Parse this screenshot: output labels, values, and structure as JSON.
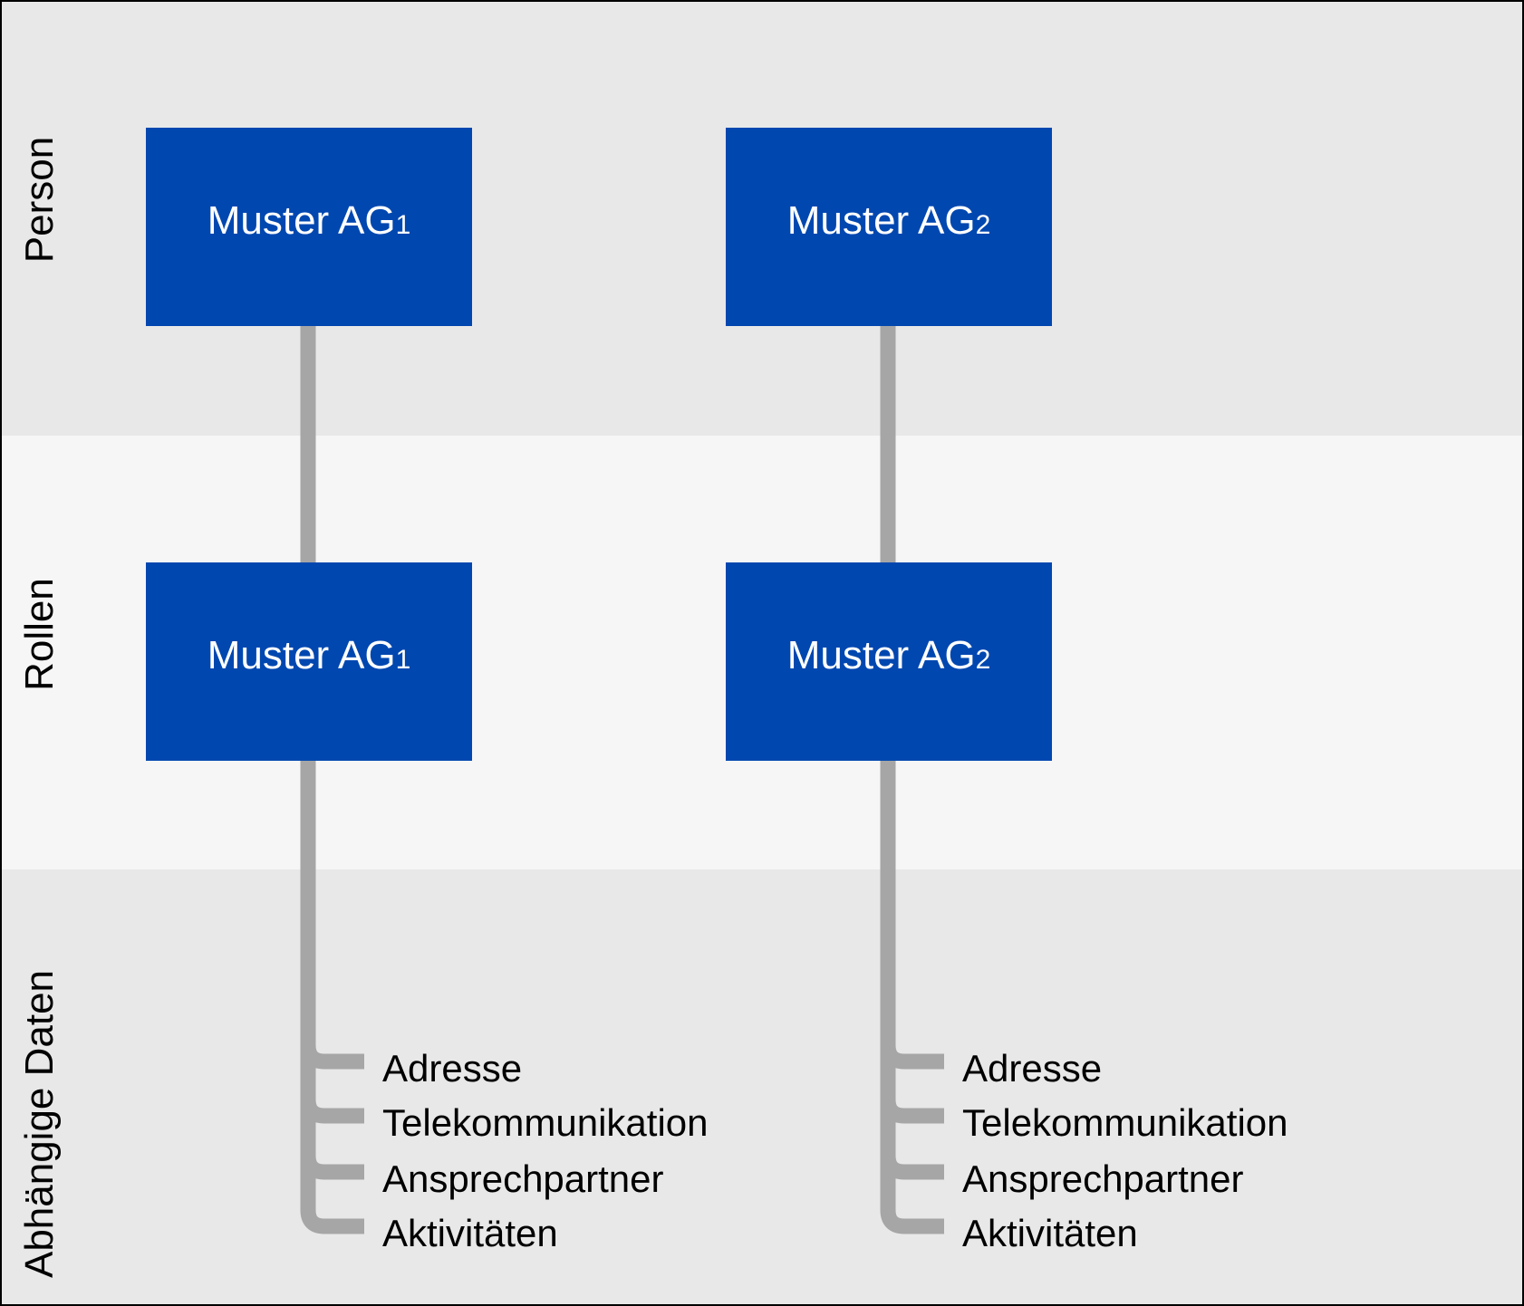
{
  "lanes": [
    {
      "label": "Person",
      "color": "#e8e8e8"
    },
    {
      "label": "Rollen",
      "color": "#f6f6f6"
    },
    {
      "label": "Abhängige Daten",
      "color": "#e8e8e8"
    }
  ],
  "columns": [
    {
      "person": {
        "name": "Muster AG",
        "index": "1"
      },
      "role": {
        "name": "Muster AG",
        "index": "1"
      },
      "items": [
        "Adresse",
        "Telekommunikation",
        "Ansprechpartner",
        "Aktivitäten"
      ]
    },
    {
      "person": {
        "name": "Muster AG",
        "index": "2"
      },
      "role": {
        "name": "Muster AG",
        "index": "2"
      },
      "items": [
        "Adresse",
        "Telekommunikation",
        "Ansprechpartner",
        "Aktivitäten"
      ]
    }
  ],
  "colors": {
    "box": "#0047b0",
    "connector": "#a6a6a6",
    "border": "#000000"
  }
}
